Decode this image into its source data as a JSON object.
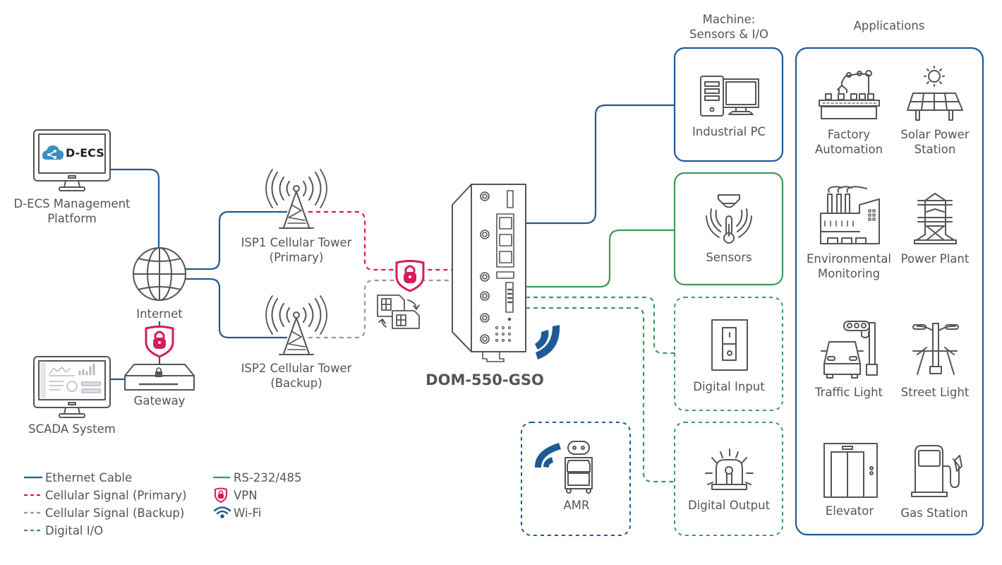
{
  "diagram": {
    "nodes": {
      "decs": {
        "screen_text": "D-ECS",
        "label_line1": "D-ECS Management",
        "label_line2": "Platform"
      },
      "internet": {
        "label": "Internet"
      },
      "gateway": {
        "label": "Gateway"
      },
      "scada": {
        "label": "SCADA System"
      },
      "isp1": {
        "label_line1": "ISP1 Cellular Tower",
        "label_line2": "(Primary)"
      },
      "isp2": {
        "label_line1": "ISP2 Cellular Tower",
        "label_line2": "(Backup)"
      },
      "device": {
        "label": "DOM-550-GSO"
      },
      "amr": {
        "label": "AMR"
      }
    },
    "machine_section": {
      "title_line1": "Machine:",
      "title_line2": "Sensors & I/O",
      "items": [
        {
          "label": "Industrial PC",
          "connection": "Ethernet Cable"
        },
        {
          "label": "Sensors",
          "connection": "RS-232/485"
        },
        {
          "label": "Digital Input",
          "connection": "Digital I/O"
        },
        {
          "label": "Digital Output",
          "connection": "Digital I/O"
        }
      ]
    },
    "applications": {
      "title": "Applications",
      "items": [
        {
          "label_line1": "Factory",
          "label_line2": "Automation"
        },
        {
          "label_line1": "Solar Power",
          "label_line2": "Station"
        },
        {
          "label_line1": "Environmental",
          "label_line2": "Monitoring"
        },
        {
          "label_line1": "Power Plant",
          "label_line2": ""
        },
        {
          "label_line1": "Traffic Light",
          "label_line2": ""
        },
        {
          "label_line1": "Street Light",
          "label_line2": ""
        },
        {
          "label_line1": "Elevator",
          "label_line2": ""
        },
        {
          "label_line1": "Gas Station",
          "label_line2": ""
        }
      ]
    },
    "legend": {
      "left": [
        {
          "label": "Ethernet Cable",
          "style": "solid",
          "color": "#1f5a96"
        },
        {
          "label": "Cellular Signal (Primary)",
          "style": "dashed",
          "color": "#d81b57"
        },
        {
          "label": "Cellular Signal (Backup)",
          "style": "dashed",
          "color": "#999999"
        },
        {
          "label": "Digital I/O",
          "style": "dashed",
          "color": "#3e9a5c"
        }
      ],
      "right": [
        {
          "label": "RS-232/485",
          "style": "solid",
          "color": "#3e9a5c"
        },
        {
          "label": "VPN",
          "icon": "vpn-shield-icon"
        },
        {
          "label": "Wi-Fi",
          "icon": "wifi-icon"
        }
      ]
    },
    "colors": {
      "ethernet": "#1f5a96",
      "primary": "#d81b57",
      "backup": "#999999",
      "rs485": "#3e9a5c",
      "digital_io": "#3e9a5c",
      "wifi": "#1f5a96",
      "icon_stroke": "#555555"
    }
  }
}
